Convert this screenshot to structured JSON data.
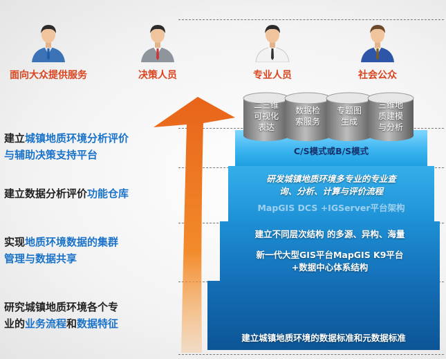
{
  "people": [
    {
      "label": "面向大众提供服务",
      "shirt": "#dde3ec",
      "tie": "#1f5fa8",
      "suit": "#3b73b6"
    },
    {
      "label": "决策人员",
      "shirt": "#ffffff",
      "tie": "#c43a3a",
      "suit": "#8f959c"
    },
    {
      "label": "专业人员",
      "shirt": "#ffffff",
      "tie": "#333333",
      "suit": "#f2f2f2"
    },
    {
      "label": "社会公众",
      "shirt": "#f4e7c9",
      "tie": "#7a5c2e",
      "suit": "#2d55a8"
    }
  ],
  "left_texts": [
    {
      "plain": "建立",
      "highlight": "城镇地质环境分析评价",
      "plain2": "",
      "line2_plain": "",
      "line2_highlight": "与辅助决策支持平台"
    },
    {
      "plain": "建立数据分析评价",
      "highlight": "功能仓库",
      "plain2": "",
      "line2_plain": "",
      "line2_highlight": ""
    },
    {
      "plain": "实现",
      "highlight": "地质环境数据的集群",
      "plain2": "",
      "line2_plain": "",
      "line2_highlight": "管理与数据共享"
    },
    {
      "plain": "研究城镇地质环境各个专",
      "highlight": "",
      "plain2": "",
      "line2_plain": "业的",
      "line2_highlight": "业务流程",
      "line2_plain2": "和",
      "line2_highlight2": "数据特征"
    }
  ],
  "cylinders": [
    {
      "label": "二三维\n可视化\n表达"
    },
    {
      "label": "数据检\n索服务"
    },
    {
      "label": "专题图\n生成"
    },
    {
      "label": "三维地\n质建模\n与分析"
    }
  ],
  "layers": {
    "top": "C/S模式或B/S模式",
    "second_a": "研发城镇地质环境多专业的专业查",
    "second_b": "询、分析、计算与评价流程",
    "second_c": "MapGIS  DCS +IGServer平台架构",
    "third_a": "建立不同层次结构 的多源、异构、海量",
    "third_b": "新一代大型GIS平台MapGIS K9平台",
    "third_c": "+数据中心体系结构",
    "base": "建立城镇地质环境的数据标准和元数据标准"
  },
  "colors": {
    "arrow": "#f07a1e",
    "highlight": "#1a73c9",
    "person_label": "#d9441f"
  }
}
